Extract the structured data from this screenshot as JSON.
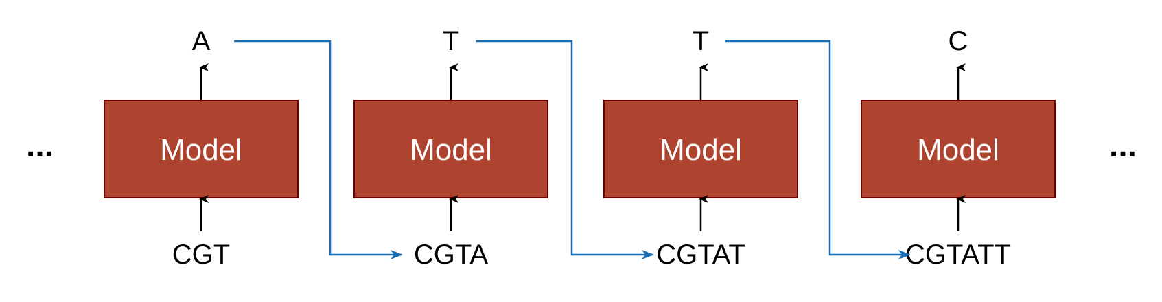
{
  "colors": {
    "model_fill": "#ae4430",
    "model_stroke": "#6f0000",
    "model_text": "#ffffff",
    "feedback_arrow": "#1a6fb4",
    "vertical_arrow": "#000000",
    "background": "#ffffff"
  },
  "ellipsis_left": "...",
  "ellipsis_right": "...",
  "steps": [
    {
      "model_label": "Model",
      "input": "CGT",
      "output": "A"
    },
    {
      "model_label": "Model",
      "input": "CGTA",
      "output": "T"
    },
    {
      "model_label": "Model",
      "input": "CGTAT",
      "output": "T"
    },
    {
      "model_label": "Model",
      "input": "CGTATT",
      "output": "C"
    }
  ],
  "feedback_links": [
    {
      "from_output": "A",
      "to_input": "CGTA"
    },
    {
      "from_output": "T",
      "to_input": "CGTAT"
    },
    {
      "from_output": "T",
      "to_input": "CGTATT"
    }
  ]
}
